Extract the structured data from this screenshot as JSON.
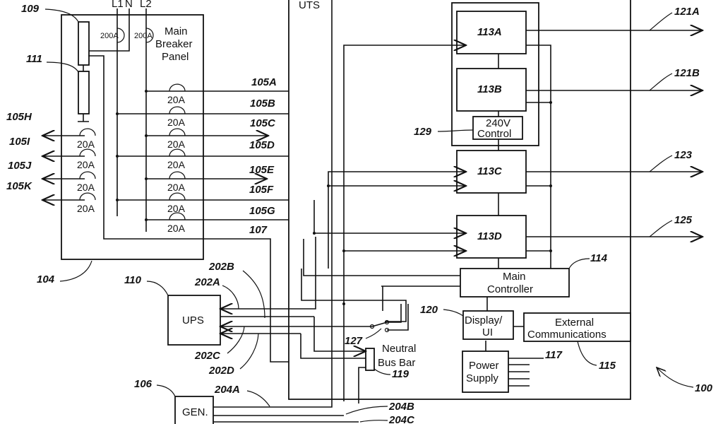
{
  "panel": {
    "title_line1": "Main",
    "title_line2": "Breaker",
    "title_line3": "Panel",
    "ref": "104",
    "feeds": {
      "l1": "L1",
      "n": "N",
      "l2": "L2"
    },
    "main_breaker": "200A",
    "branch_breaker": "20A",
    "terminal_strip_ref": "109",
    "ground_strip_ref": "111"
  },
  "circuits": {
    "a": "105A",
    "b": "105B",
    "c": "105C",
    "d": "105D",
    "e": "105E",
    "f": "105F",
    "g": "105G",
    "h": "105H",
    "i": "105I",
    "j": "105J",
    "k": "105K",
    "neutral": "107"
  },
  "uts": {
    "label": "UTS",
    "ref": "100",
    "m113a": "113A",
    "m113b": "113B",
    "m113c": "113C",
    "m113d": "113D",
    "control_line1": "240V",
    "control_line2": "Control",
    "control_ref": "129",
    "controller_line1": "Main",
    "controller_line2": "Controller",
    "controller_ref": "114",
    "display_line1": "Display/",
    "display_line2": "UI",
    "display_ref": "120",
    "ext_line1": "External",
    "ext_line2": "Communications",
    "ext_ref": "115",
    "ps_line1": "Power",
    "ps_line2": "Supply",
    "ps_ref": "117",
    "switch_ref": "127",
    "bus_line1": "Neutral",
    "bus_line2": "Bus Bar",
    "bus_ref": "119"
  },
  "outputs": {
    "o121a": "121A",
    "o121b": "121B",
    "o123": "123",
    "o125": "125"
  },
  "ups": {
    "label": "UPS",
    "ref": "110",
    "a": "202A",
    "b": "202B",
    "c": "202C",
    "d": "202D"
  },
  "gen": {
    "label": "GEN.",
    "ref": "106",
    "a": "204A",
    "b": "204B",
    "c": "204C"
  }
}
